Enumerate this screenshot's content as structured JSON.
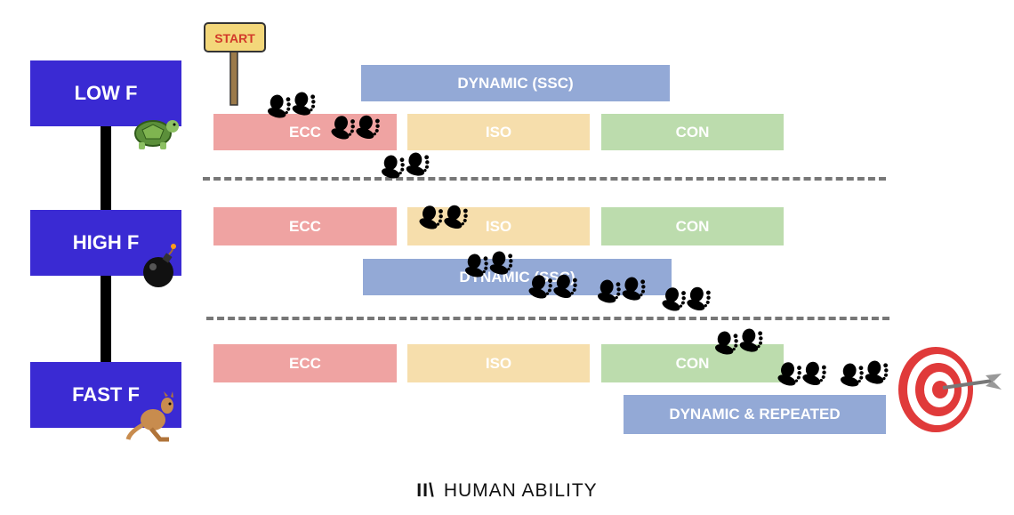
{
  "levels": [
    {
      "label": "LOW F",
      "mascot_icon": "turtle-icon"
    },
    {
      "label": "HIGH F",
      "mascot_icon": "bomb-icon"
    },
    {
      "label": "FAST F",
      "mascot_icon": "kangaroo-icon"
    }
  ],
  "rows": {
    "low": {
      "dynamic": "DYNAMIC (SSC)",
      "ecc": "ECC",
      "iso": "ISO",
      "con": "CON"
    },
    "high": {
      "ecc": "ECC",
      "iso": "ISO",
      "con": "CON",
      "dynamic": "DYNAMIC (SSC)"
    },
    "fast": {
      "ecc": "ECC",
      "iso": "ISO",
      "con": "CON",
      "dynamic": "DYNAMIC & REPEATED"
    }
  },
  "start_sign": "START",
  "footer": {
    "logo": "II\\",
    "brand": "HUMAN ABILITY"
  },
  "colors": {
    "level_box": "#3a2ad3",
    "ecc": "#efa3a2",
    "iso": "#f6deac",
    "con": "#bcdcad",
    "dynamic": "#93a9d6"
  },
  "icons": [
    "start-sign-icon",
    "footprints-icon",
    "target-icon",
    "arrow-icon"
  ]
}
